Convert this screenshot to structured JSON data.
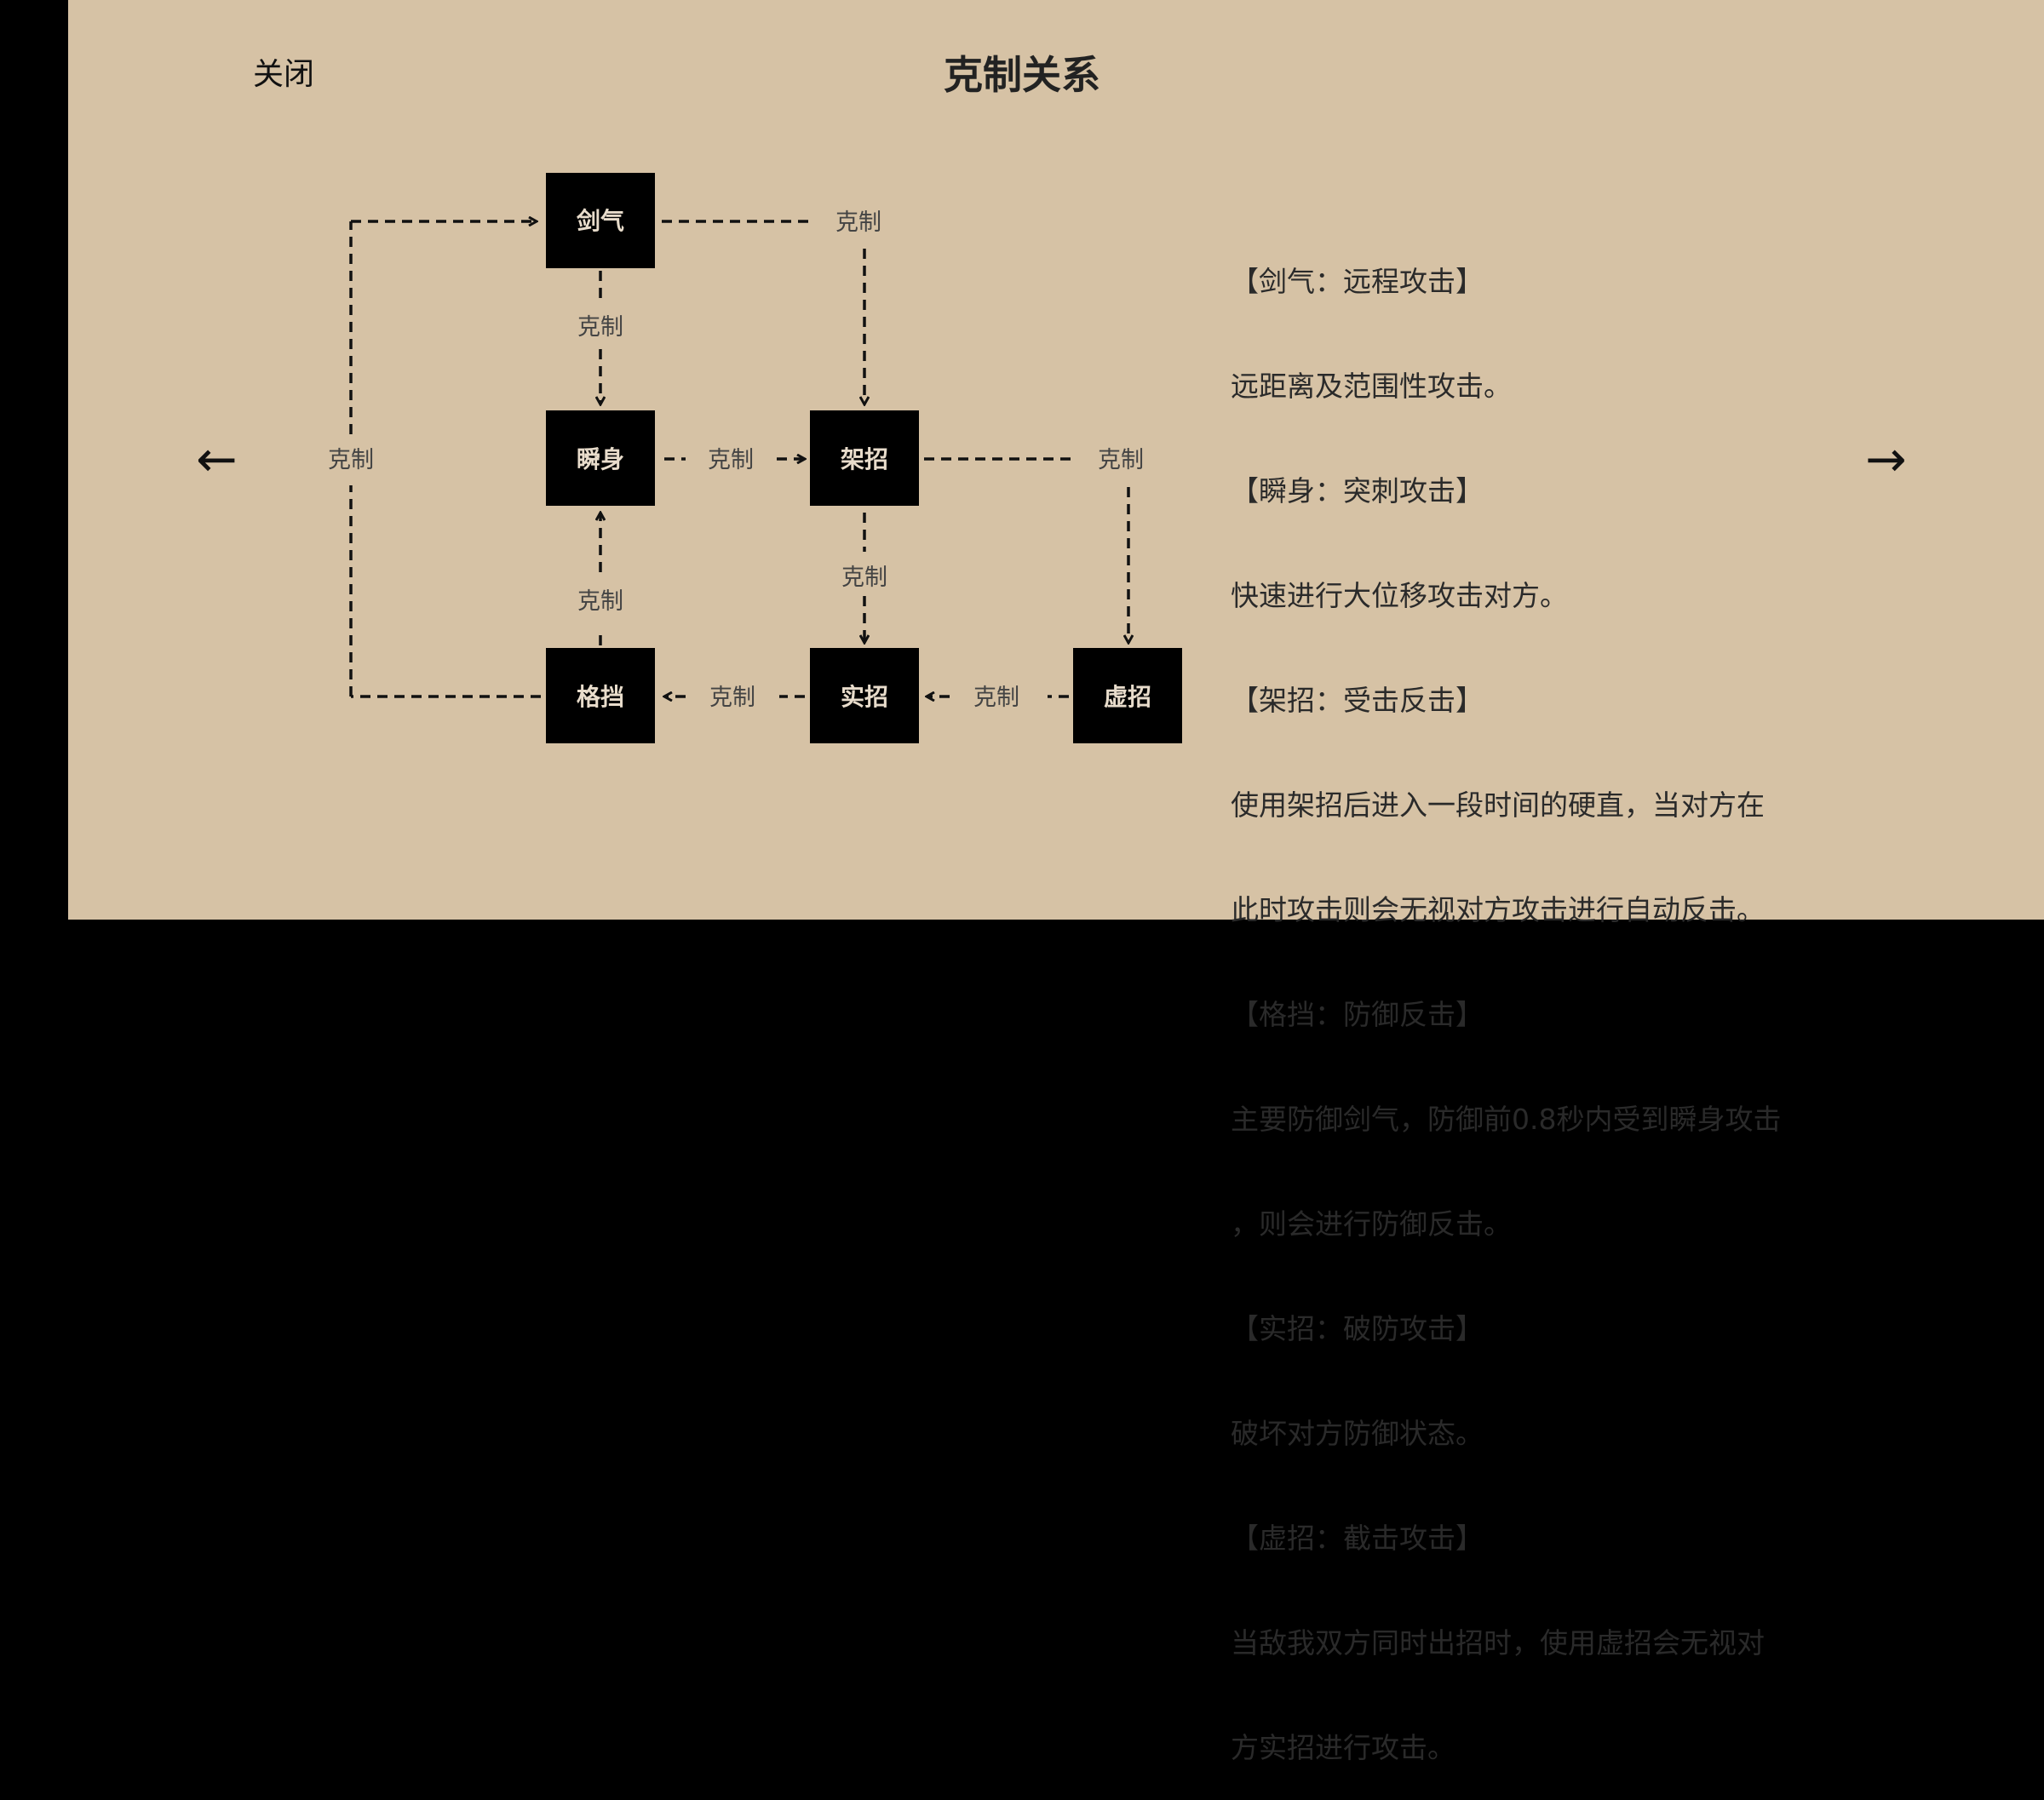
{
  "header": {
    "close_label": "关闭",
    "title": "克制关系"
  },
  "nav": {
    "prev_arrow": "←",
    "next_arrow": "→"
  },
  "diagram": {
    "edge_label": "克制",
    "nodes": {
      "jianqi": "剑气",
      "shunshen": "瞬身",
      "jiazhao": "架招",
      "gedang": "格挡",
      "shizhao": "实招",
      "xuzhao": "虚招"
    },
    "edges": [
      {
        "from": "剑气",
        "to": "瞬身",
        "label": "克制"
      },
      {
        "from": "剑气",
        "to": "架招",
        "label": "克制"
      },
      {
        "from": "瞬身",
        "to": "架招",
        "label": "克制"
      },
      {
        "from": "架招",
        "to": "实招",
        "label": "克制"
      },
      {
        "from": "架招",
        "to": "虚招",
        "label": "克制"
      },
      {
        "from": "格挡",
        "to": "瞬身",
        "label": "克制"
      },
      {
        "from": "格挡",
        "to": "剑气",
        "label": "克制"
      },
      {
        "from": "实招",
        "to": "格挡",
        "label": "克制"
      },
      {
        "from": "虚招",
        "to": "实招",
        "label": "克制"
      }
    ]
  },
  "description": [
    "【剑气：远程攻击】",
    "远距离及范围性攻击。",
    "【瞬身：突刺攻击】",
    "快速进行大位移攻击对方。",
    "【架招：受击反击】",
    "使用架招后进入一段时间的硬直，当对方在",
    "此时攻击则会无视对方攻击进行自动反击。",
    "【格挡：防御反击】",
    "主要防御剑气，防御前0.8秒内受到瞬身攻击",
    "，则会进行防御反击。",
    "【实招：破防攻击】",
    "破坏对方防御状态。",
    "【虚招：截击攻击】",
    "当敌我双方同时出招时，使用虚招会无视对",
    "方实招进行攻击。"
  ],
  "colors": {
    "background": "#d6c2a5",
    "node_fill": "#000000",
    "node_text": "#e8dccb",
    "edge_line": "#111111",
    "edge_label": "#444444"
  }
}
